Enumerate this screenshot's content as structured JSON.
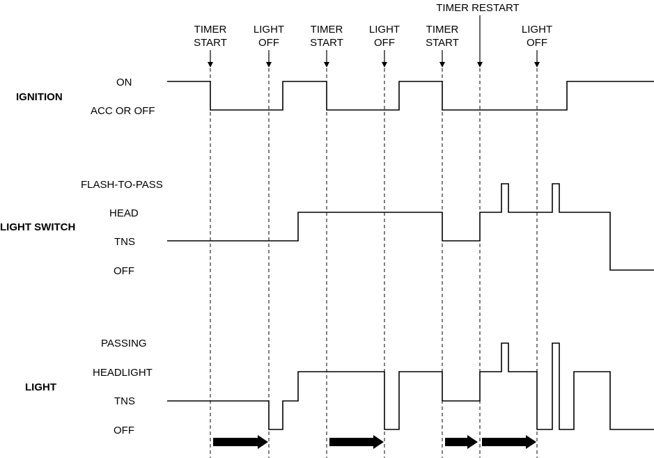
{
  "markers": [
    {
      "line1": "TIMER",
      "line2": "START"
    },
    {
      "line1": "LIGHT",
      "line2": "OFF"
    },
    {
      "line1": "TIMER",
      "line2": "START"
    },
    {
      "line1": "LIGHT",
      "line2": "OFF"
    },
    {
      "line1": "TIMER",
      "line2": "START"
    },
    {
      "line1": "TIMER RESTART",
      "line2": ""
    },
    {
      "line1": "LIGHT",
      "line2": "OFF"
    }
  ],
  "signals": {
    "ignition": {
      "name": "IGNITION",
      "states": [
        "ON",
        "ACC OR OFF"
      ]
    },
    "light_switch": {
      "name": "LIGHT SWITCH",
      "states": [
        "FLASH-TO-PASS",
        "HEAD",
        "TNS",
        "OFF"
      ]
    },
    "light": {
      "name": "LIGHT",
      "states": [
        "PASSING",
        "HEADLIGHT",
        "TNS",
        "OFF"
      ]
    }
  },
  "colors": {
    "ink": "#000000",
    "background": "#ffffff"
  }
}
